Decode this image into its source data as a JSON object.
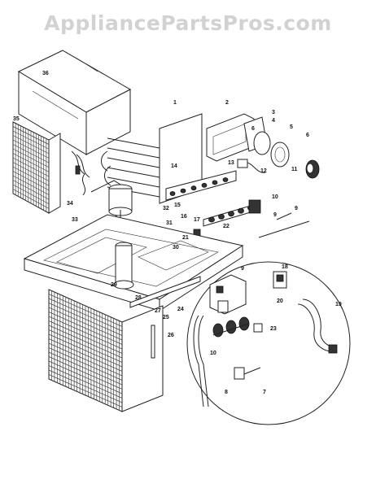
{
  "watermark": "AppliancePartsPros.com",
  "callouts": [
    {
      "id": "c1",
      "label": "1"
    },
    {
      "id": "c2",
      "label": "2"
    },
    {
      "id": "c3",
      "label": "3"
    },
    {
      "id": "c4",
      "label": "4"
    },
    {
      "id": "c5",
      "label": "5"
    },
    {
      "id": "c6",
      "label": "6"
    },
    {
      "id": "c6b",
      "label": "6"
    },
    {
      "id": "c7",
      "label": "7"
    },
    {
      "id": "c8",
      "label": "8"
    },
    {
      "id": "c9",
      "label": "9"
    },
    {
      "id": "c9b",
      "label": "9"
    },
    {
      "id": "c9c",
      "label": "9"
    },
    {
      "id": "c10",
      "label": "10"
    },
    {
      "id": "c10b",
      "label": "10"
    },
    {
      "id": "c11",
      "label": "11"
    },
    {
      "id": "c12",
      "label": "12"
    },
    {
      "id": "c13",
      "label": "13"
    },
    {
      "id": "c14",
      "label": "14"
    },
    {
      "id": "c15",
      "label": "15"
    },
    {
      "id": "c16",
      "label": "16"
    },
    {
      "id": "c17",
      "label": "17"
    },
    {
      "id": "c18",
      "label": "18"
    },
    {
      "id": "c19",
      "label": "19"
    },
    {
      "id": "c20",
      "label": "20"
    },
    {
      "id": "c21",
      "label": "21"
    },
    {
      "id": "c22",
      "label": "22"
    },
    {
      "id": "c23",
      "label": "23"
    },
    {
      "id": "c24",
      "label": "24"
    },
    {
      "id": "c25",
      "label": "25"
    },
    {
      "id": "c26",
      "label": "26"
    },
    {
      "id": "c27",
      "label": "27"
    },
    {
      "id": "c28",
      "label": "28"
    },
    {
      "id": "c29",
      "label": "29"
    },
    {
      "id": "c30",
      "label": "30"
    },
    {
      "id": "c31",
      "label": "31"
    },
    {
      "id": "c32",
      "label": "32"
    },
    {
      "id": "c33",
      "label": "33"
    },
    {
      "id": "c34",
      "label": "34"
    },
    {
      "id": "c35",
      "label": "35"
    },
    {
      "id": "c36",
      "label": "36"
    }
  ]
}
